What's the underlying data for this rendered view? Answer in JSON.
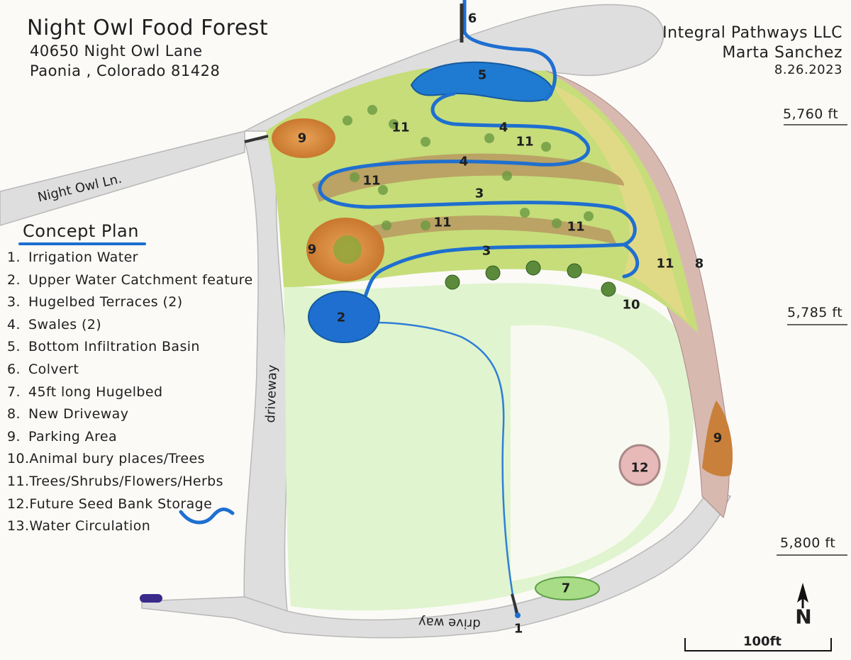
{
  "header": {
    "title": "Night Owl Food Forest",
    "address_line1": "40650 Night Owl Lane",
    "address_line2": "Paonia , Colorado 81428"
  },
  "credit": {
    "company": "Integral Pathways LLC",
    "designer": "Marta Sanchez",
    "date": "8.26.2023"
  },
  "elevations": [
    "5,760 ft",
    "5,785 ft",
    "5,800 ft"
  ],
  "road_labels": {
    "road": "Night Owl Ln.",
    "driveway_vertical": "driveway",
    "driveway_bottom": "drive way"
  },
  "legend": {
    "title": "Concept Plan",
    "items": [
      {
        "num": "1.",
        "label": "Irrigation Water"
      },
      {
        "num": "2.",
        "label": "Upper Water Catchment feature"
      },
      {
        "num": "3.",
        "label": "Hugelbed Terraces (2)"
      },
      {
        "num": "4.",
        "label": "Swales (2)"
      },
      {
        "num": "5.",
        "label": "Bottom Infiltration Basin"
      },
      {
        "num": "6.",
        "label": "Colvert"
      },
      {
        "num": "7.",
        "label": "45ft long Hugelbed"
      },
      {
        "num": "8.",
        "label": "New Driveway"
      },
      {
        "num": "9.",
        "label": "Parking Area"
      },
      {
        "num": "10.",
        "label": "Animal bury places/Trees"
      },
      {
        "num": "11.",
        "label": "Trees/Shrubs/Flowers/Herbs"
      },
      {
        "num": "12.",
        "label": "Future Seed Bank Storage"
      },
      {
        "num": "13.",
        "label": "Water Circulation"
      }
    ]
  },
  "map_labels": {
    "basin": "5",
    "culvert": "6",
    "catchment": "2",
    "inlet": "1",
    "hugelbed_long": "7",
    "new_driveway": "8",
    "parking": "9",
    "animal_trees": "10",
    "plantings": "11",
    "seed_bank": "12",
    "terrace": "3",
    "swale": "4"
  },
  "compass": "N",
  "scale": "100ft",
  "colors": {
    "water": "#1b6fd0",
    "terrace_green": "#b9d86a",
    "lawn": "#d7f0c4",
    "parking": "#d98a3a",
    "road": "#d8d8d8",
    "driveway_new": "#c9a9a0"
  }
}
